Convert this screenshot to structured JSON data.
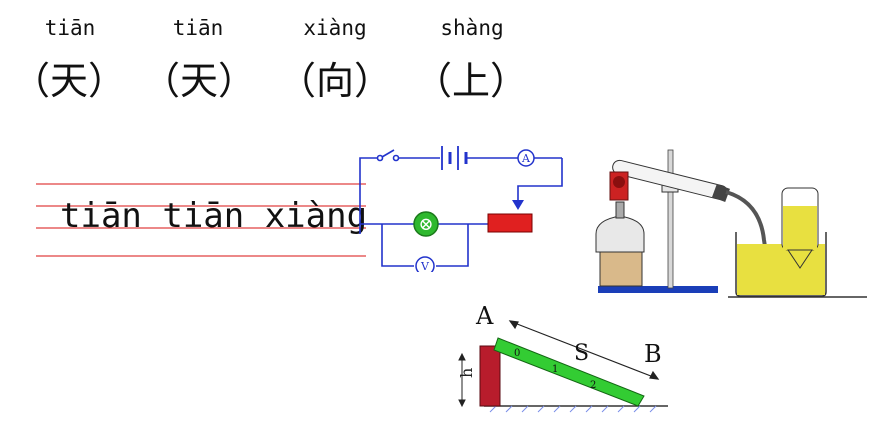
{
  "pinyin_row": {
    "items": [
      {
        "pinyin": "tiān",
        "char": "（天）"
      },
      {
        "pinyin": "tiān",
        "char": "（天）"
      },
      {
        "pinyin": "xiàng",
        "char": "（向）"
      },
      {
        "pinyin": "shàng",
        "char": "（上）"
      }
    ]
  },
  "writing_line": {
    "text": "tiān tiān xiàng"
  },
  "circuit": {
    "ammeter_label": "A",
    "voltmeter_label": "V",
    "lamp_symbol": "⊗"
  },
  "incline": {
    "label_a": "A",
    "label_b": "B",
    "label_s": "S",
    "label_h": "h",
    "ticks": [
      "0",
      "1",
      "2"
    ]
  },
  "colors": {
    "staff_line": "#e04040",
    "circuit_wire": "#2233cc",
    "lamp_green": "#2eb82e",
    "rheostat_red": "#e02020",
    "ruler_green": "#33cc33",
    "block_red": "#b81c2c",
    "liquid_yellow": "#e8e040"
  }
}
